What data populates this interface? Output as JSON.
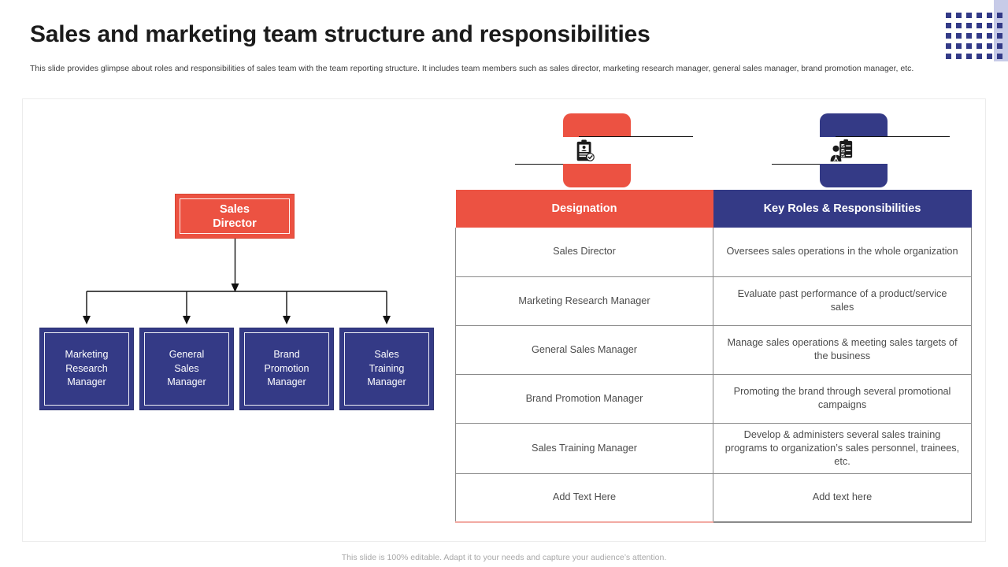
{
  "header": {
    "title": "Sales and marketing team structure and responsibilities",
    "subtitle": "This slide provides glimpse about roles and responsibilities of sales team with the team reporting structure. It includes team members such as sales director, marketing research manager, general sales manager, brand promotion manager, etc."
  },
  "colors": {
    "accent_red": "#EC5242",
    "accent_navy": "#343A86",
    "dot_navy": "#333A87",
    "lavender_band": "#C7CBE8",
    "body_text": "#4D4D4D",
    "footer_text": "#A8A8A8"
  },
  "org_chart": {
    "root": {
      "label": "Sales\nDirector",
      "line1": "Sales",
      "line2": "Director"
    },
    "leaves": [
      {
        "line1": "Marketing",
        "line2": "Research",
        "line3": "Manager"
      },
      {
        "line1": "General",
        "line2": "Sales",
        "line3": "Manager"
      },
      {
        "line1": "Brand",
        "line2": "Promotion",
        "line3": "Manager"
      },
      {
        "line1": "Sales",
        "line2": "Training",
        "line3": "Manager"
      }
    ]
  },
  "badges": [
    {
      "icon": "clipboard-id-check-icon",
      "color": "#EC5242"
    },
    {
      "icon": "person-checklist-icon",
      "color": "#343A86"
    }
  ],
  "table": {
    "columns": [
      "Designation",
      "Key Roles & Responsibilities"
    ],
    "rows": [
      {
        "designation": "Sales Director",
        "responsibility": "Oversees sales operations in the whole organization"
      },
      {
        "designation": "Marketing Research Manager",
        "responsibility": "Evaluate past performance of a product/service sales"
      },
      {
        "designation": "General Sales Manager",
        "responsibility": "Manage sales operations & meeting sales targets of the business"
      },
      {
        "designation": "Brand Promotion Manager",
        "responsibility": "Promoting the brand through several promotional campaigns"
      },
      {
        "designation": "Sales Training Manager",
        "responsibility": "Develop & administers several sales training programs to organization’s sales personnel, trainees, etc."
      },
      {
        "designation": "Add Text Here",
        "responsibility": "Add text here"
      }
    ]
  },
  "footer": {
    "note": "This slide is 100% editable. Adapt it to your needs and capture your audience’s attention."
  }
}
